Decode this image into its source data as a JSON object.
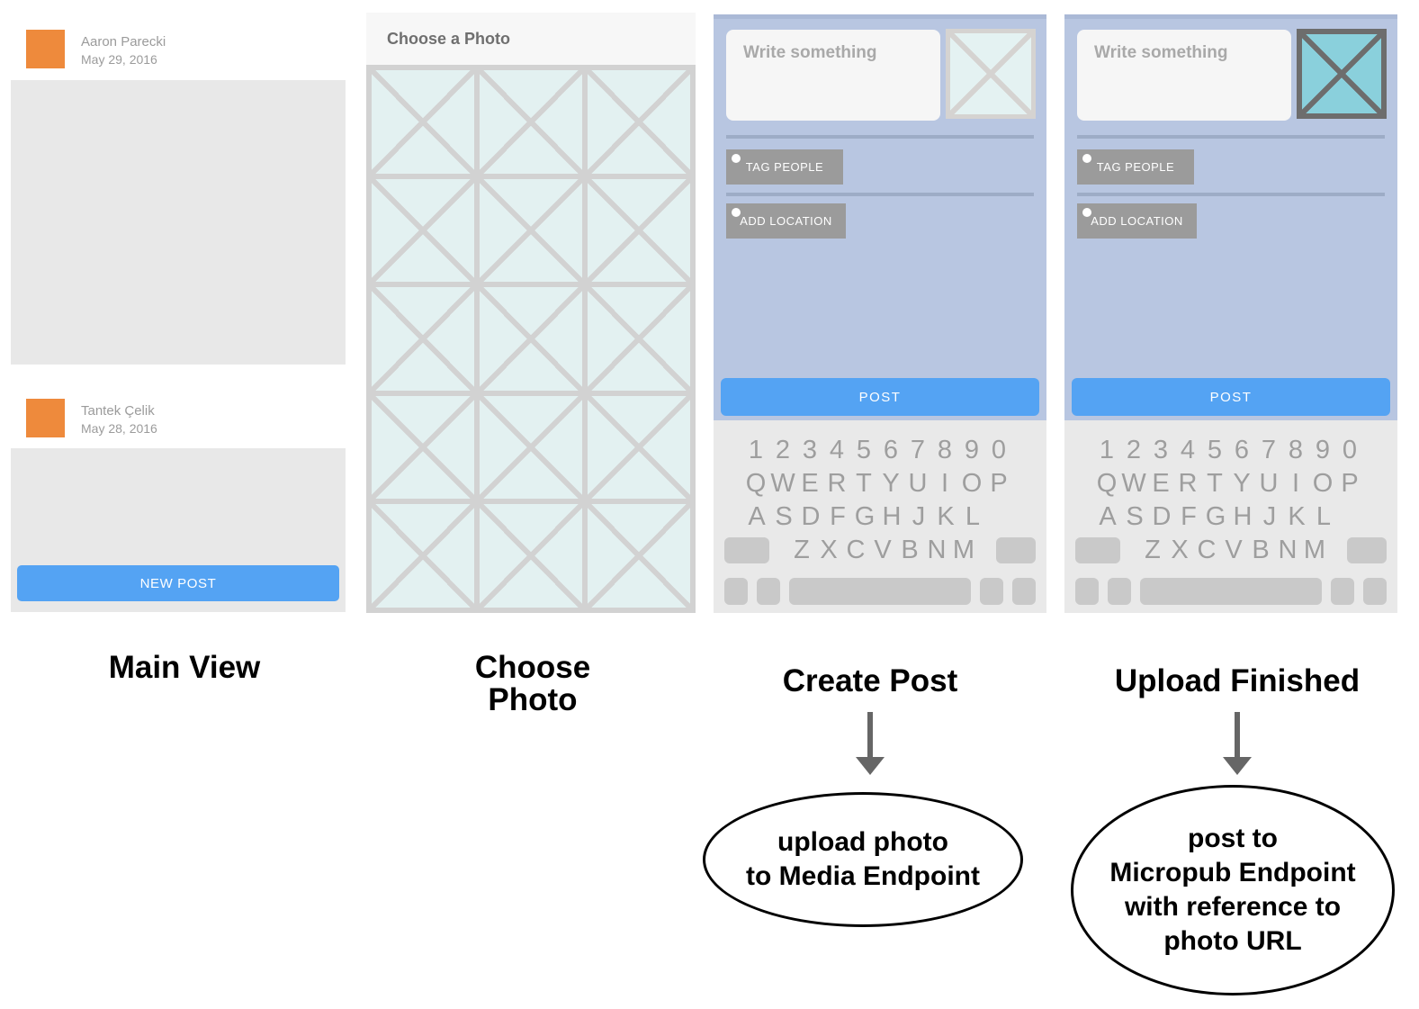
{
  "colors": {
    "accent_blue": "#54a3f3",
    "avatar_orange": "#ee8a3c",
    "panel_blue": "#b8c6e1",
    "photo_teal": "#8ad0dc"
  },
  "main_view": {
    "caption": "Main View",
    "posts": [
      {
        "author": "Aaron Parecki",
        "date": "May 29, 2016"
      },
      {
        "author": "Tantek Çelik",
        "date": "May 28, 2016"
      }
    ],
    "new_post_label": "NEW POST"
  },
  "choose_photo": {
    "caption": "Choose\nPhoto",
    "header": "Choose a Photo",
    "grid": {
      "columns": 3,
      "rows": 5
    }
  },
  "create_post": {
    "caption": "Create Post",
    "compose_placeholder": "Write something",
    "tag_people_label": "TAG PEOPLE",
    "add_location_label": "ADD LOCATION",
    "post_label": "POST"
  },
  "upload_finished": {
    "caption": "Upload Finished",
    "compose_placeholder": "Write something",
    "tag_people_label": "TAG PEOPLE",
    "add_location_label": "ADD LOCATION",
    "post_label": "POST"
  },
  "keyboard": {
    "digit_row": [
      "1",
      "2",
      "3",
      "4",
      "5",
      "6",
      "7",
      "8",
      "9",
      "0"
    ],
    "top_row": [
      "Q",
      "W",
      "E",
      "R",
      "T",
      "Y",
      "U",
      "I",
      "O",
      "P"
    ],
    "home_row": [
      "A",
      "S",
      "D",
      "F",
      "G",
      "H",
      "J",
      "K",
      "L"
    ],
    "bottom_row": [
      "Z",
      "X",
      "C",
      "V",
      "B",
      "N",
      "M"
    ]
  },
  "flow": {
    "media_endpoint_note": "upload photo\nto Media Endpoint",
    "micropub_endpoint_note": "post to\nMicropub Endpoint\nwith reference to\nphoto URL"
  }
}
